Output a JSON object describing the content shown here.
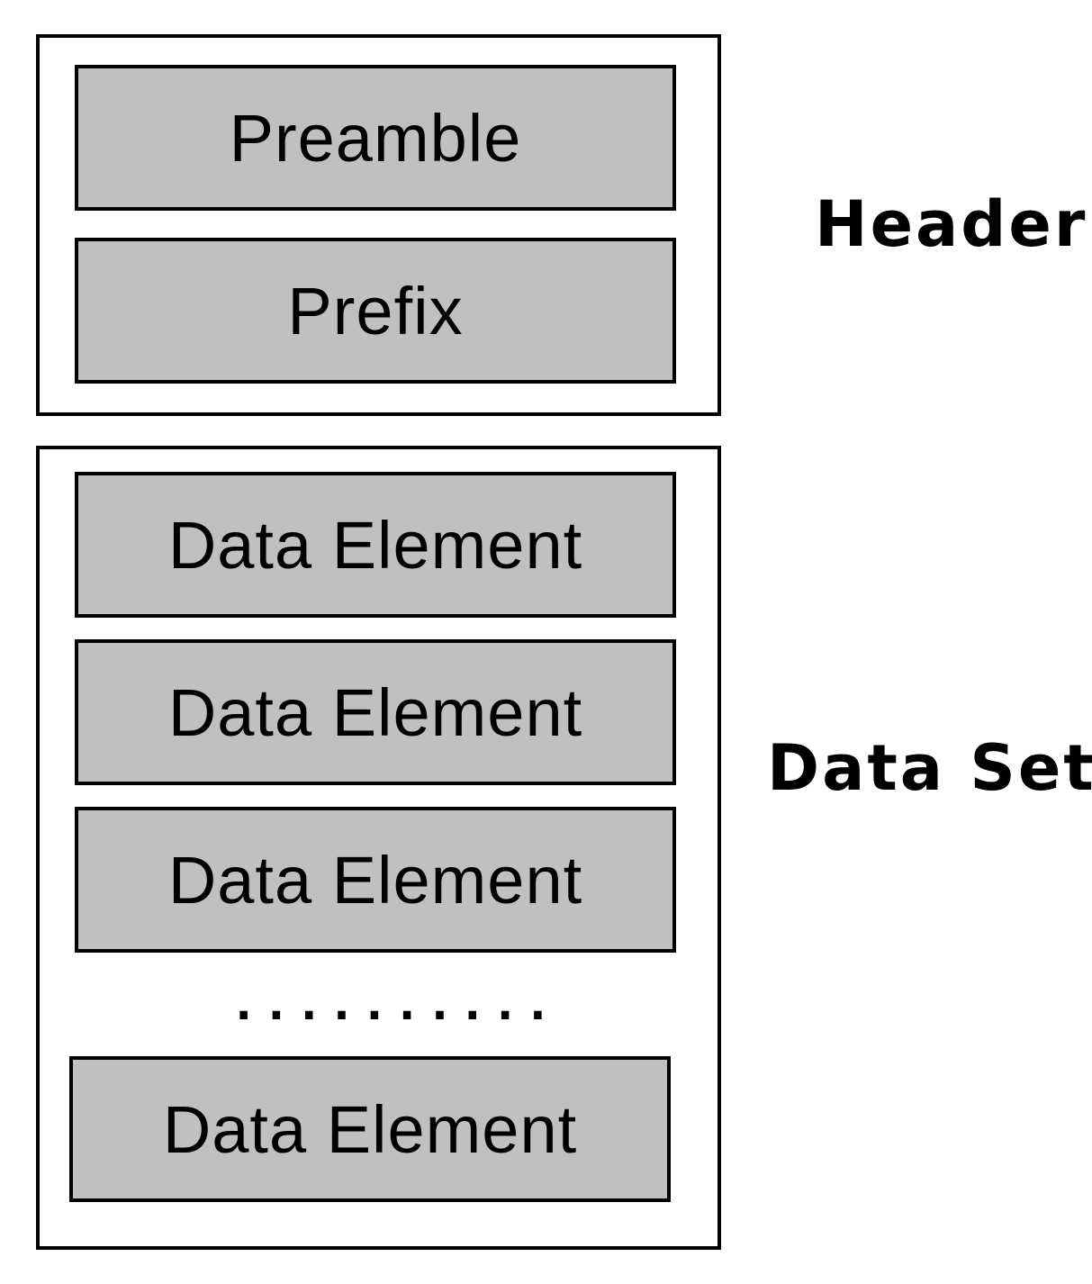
{
  "header": {
    "label": "Header",
    "blocks": [
      {
        "label": "Preamble"
      },
      {
        "label": "Prefix"
      }
    ]
  },
  "data_set": {
    "label": "Data Set",
    "blocks": [
      {
        "label": "Data Element"
      },
      {
        "label": "Data Element"
      },
      {
        "label": "Data Element"
      },
      {
        "label": "Data Element"
      }
    ],
    "ellipsis": ".........."
  },
  "colors": {
    "block_fill": "#c0c0c0",
    "border": "#000000",
    "background": "#ffffff"
  }
}
